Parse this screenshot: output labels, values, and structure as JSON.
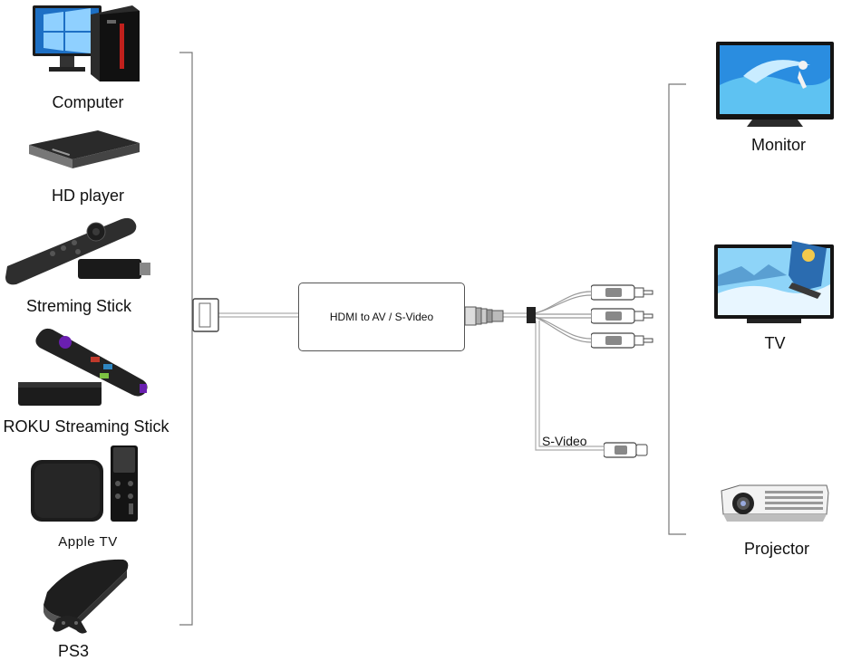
{
  "sources": [
    {
      "label": "Computer",
      "icon": "computer-icon"
    },
    {
      "label": "HD player",
      "icon": "hd-player-icon"
    },
    {
      "label": "Streming Stick",
      "icon": "streaming-stick-icon"
    },
    {
      "label": "ROKU Streaming Stick",
      "icon": "roku-icon"
    },
    {
      "label": "Apple TV",
      "icon": "apple-tv-icon"
    },
    {
      "label": "PS3",
      "icon": "ps3-icon"
    }
  ],
  "converter": {
    "label": "HDMI to AV / S-Video"
  },
  "svideo": {
    "label": "S-Video"
  },
  "outputs": [
    {
      "label": "Monitor",
      "icon": "monitor-icon"
    },
    {
      "label": "TV",
      "icon": "tv-icon"
    },
    {
      "label": "Projector",
      "icon": "projector-icon"
    }
  ]
}
